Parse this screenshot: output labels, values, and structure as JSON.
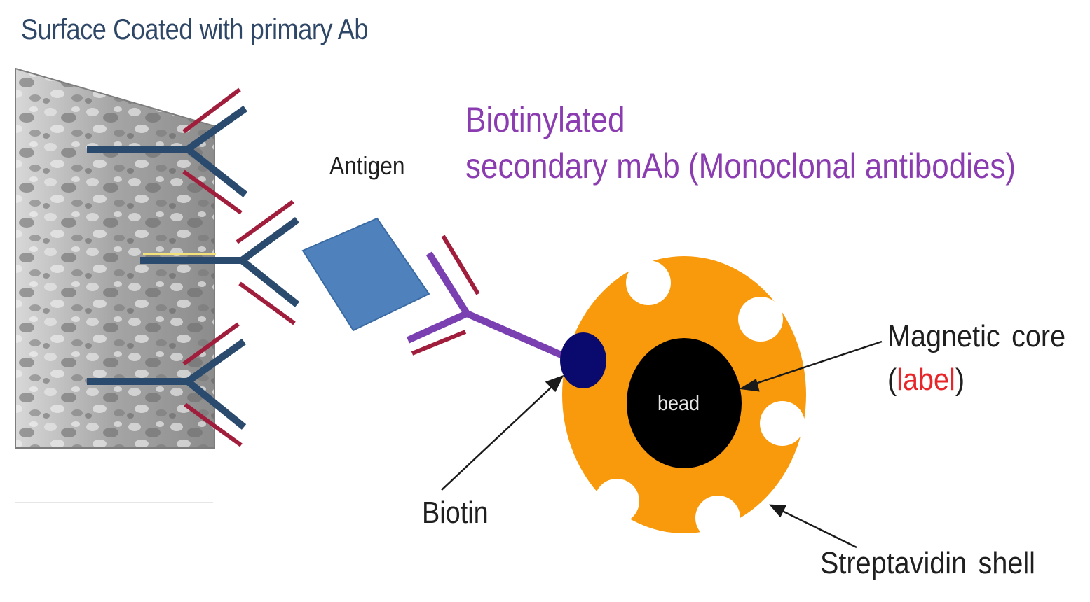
{
  "diagram": {
    "title": "Surface Coated with primary Ab",
    "secondary_mab_line1": "Biotinylated",
    "secondary_mab_line2": "secondary mAb (Monoclonal antibodies)",
    "antigen_label": "Antigen",
    "biotin_label": "Biotin",
    "magnetic_core_line1": "Magnetic core",
    "magnetic_core_paren_open": "(",
    "magnetic_core_label_word": "label",
    "magnetic_core_paren_close": ")",
    "bead_label": "bead",
    "streptavidin_label": "Streptavidin shell"
  },
  "colors": {
    "title_text": "#2f4767",
    "secondary_mab_text": "#8a3cb0",
    "label_word": "#e8262a",
    "primary_antibody": "#2a4a6e",
    "antibody_light_chain": "#a01e3c",
    "secondary_antibody": "#7a3fb0",
    "antigen_fill": "#4f82bd",
    "biotin_fill": "#0a0a6e",
    "shell_fill": "#f99a0c",
    "core_fill": "#000000",
    "surface_gray": "#9a9a9a"
  }
}
